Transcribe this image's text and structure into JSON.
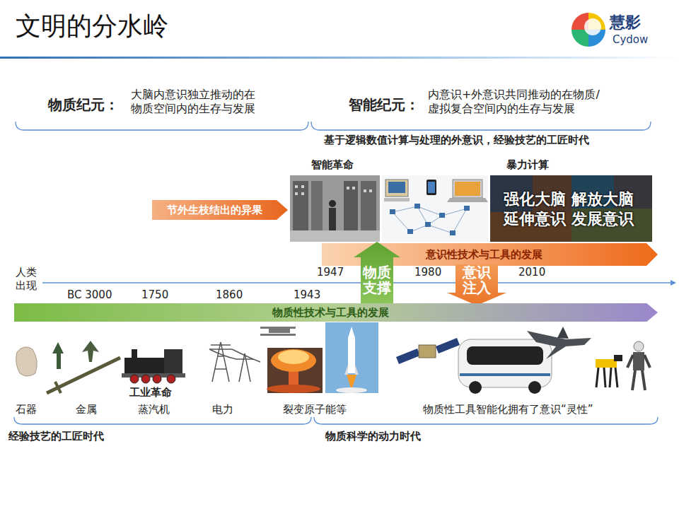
{
  "diagram": {
    "title": "文明的分水岭",
    "nodes": [
      {
        "text": [
          "节外生枝结出的异果"
        ]
      },
      {
        "text": [
          "意识性技术与工具的发展"
        ]
      },
      {
        "text": [
          "物质支撑"
        ]
      },
      {
        "text": [
          "意识注入"
        ]
      },
      {
        "text": [
          "物质性技术与工具的发展"
        ]
      }
    ],
    "labels": [
      "慧影",
      "Cydow",
      "物质纪元：",
      "大脑内意识独立推动的在物质空间内的生存与发展",
      "智能纪元：",
      "内意识+外意识共同推动的在物质/虚拟复合空间内的生存与发展",
      "基于逻辑数值计算与处理的外意识，经验技艺的工匠时代",
      "智能革命",
      "暴力计算",
      "强化大脑 解放大脑 延伸意识 发展意识",
      "人类出现",
      "BC 3000",
      "1750",
      "1860",
      "1943",
      "1947",
      "1980",
      "2010",
      "石器",
      "金属",
      "工业革命",
      "蒸汽机",
      "电力",
      "裂变原子能等",
      "物质性工具智能化拥有了意识“灵性”",
      "经验技艺的工匠时代",
      "物质科学的动力时代"
    ]
  }
}
